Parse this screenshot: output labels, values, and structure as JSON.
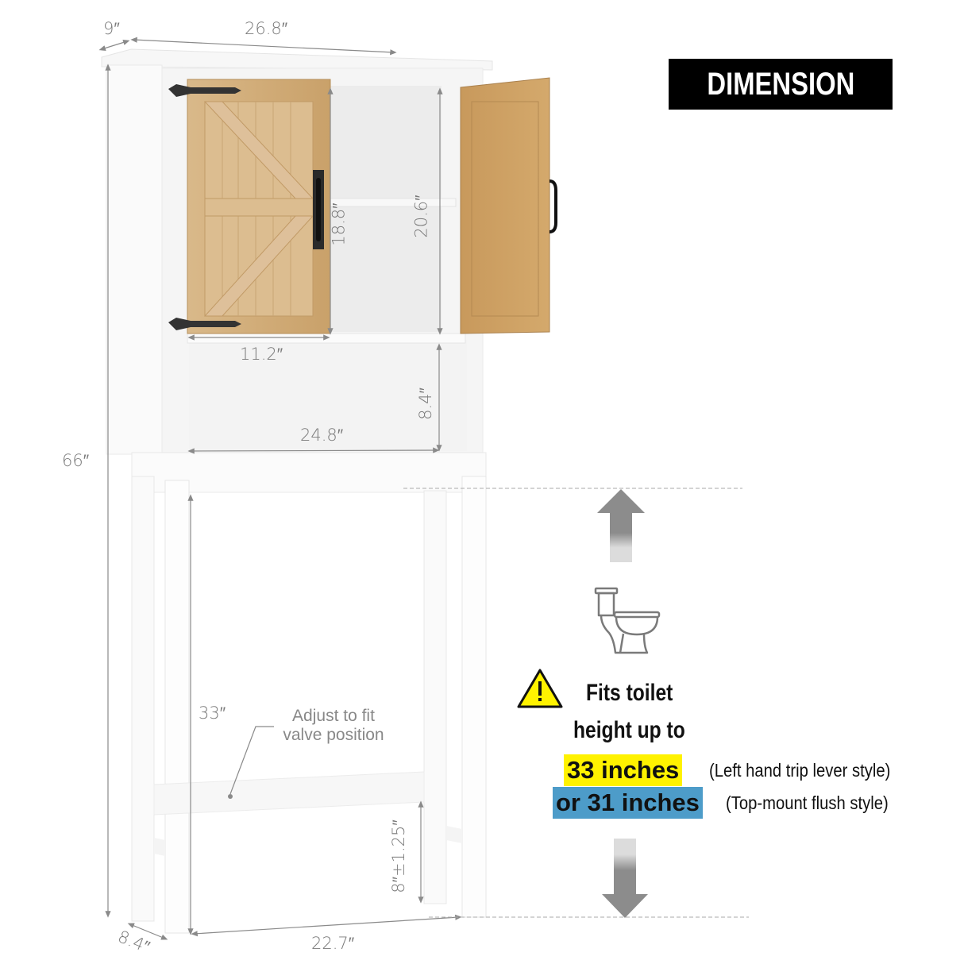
{
  "header": {
    "title": "DIMENSION"
  },
  "dimensions": {
    "depth_top": "9″",
    "width_top": "26.8″",
    "total_height": "66″",
    "door_height": "18.8″",
    "cabinet_inner_height": "20.6″",
    "door_width": "11.2″",
    "open_shelf_height": "8.4″",
    "open_shelf_width": "24.8″",
    "leg_clearance_height": "33″",
    "crossbar_height": "8″±1.25″",
    "base_width": "22.7″",
    "base_depth": "8.4″"
  },
  "annotations": {
    "adjust_note_line1": "Adjust to fit",
    "adjust_note_line2": "valve position"
  },
  "fit_info": {
    "line1": "Fits toilet",
    "line2": "height up to",
    "option1_value": "33 inches",
    "option1_desc": "(Left hand trip lever style)",
    "option2_value": "or 31 inches",
    "option2_desc": "(Top-mount flush style)",
    "option1_color": "#fff200",
    "option2_color": "#4d9cc9"
  },
  "icons": {
    "warning": "warning-triangle-icon",
    "toilet": "toilet-icon",
    "arrow_up": "arrow-up-icon",
    "arrow_down": "arrow-down-icon"
  },
  "colors": {
    "wood": "#d3b07f",
    "wood_dark": "#b98f58",
    "cabinet": "#ffffff",
    "dim_line": "#8a8a8a"
  }
}
